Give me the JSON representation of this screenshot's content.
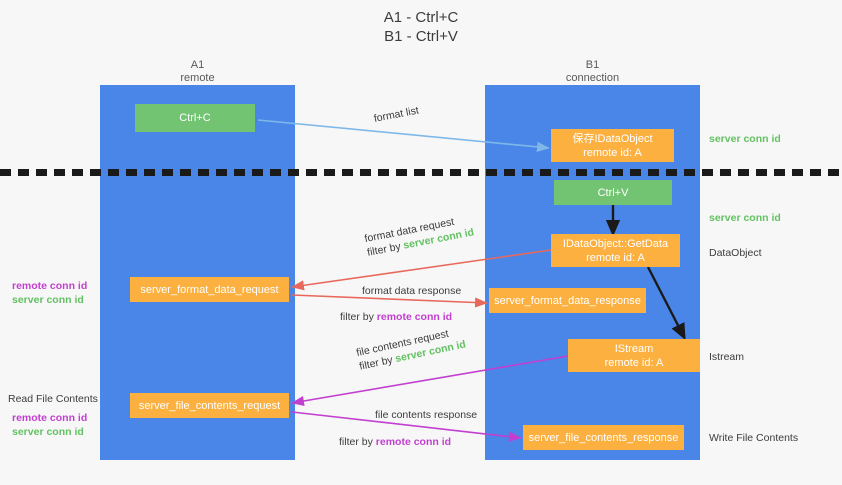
{
  "title": {
    "line1": "A1 - Ctrl+C",
    "line2": "B1 - Ctrl+V"
  },
  "columns": [
    {
      "name": "A1",
      "sub": "remote"
    },
    {
      "name": "B1",
      "sub": "connection"
    }
  ],
  "colors": {
    "lane": "#4a86e8",
    "node_orange": "#fbb040",
    "node_green": "#72c472",
    "server_conn_id": "#63c163",
    "remote_conn_id": "#c23fd0",
    "arrow_blue": "#7fb8e8",
    "arrow_red": "#e8695c",
    "arrow_magenta": "#c23fd0",
    "arrow_black": "#1a1a1a",
    "text": "#3c3c3c"
  },
  "nodes": {
    "ctrl_c": {
      "label": "Ctrl+C"
    },
    "save_idataobject": {
      "line1": "保存IDataObject",
      "line2": "remote id: A"
    },
    "ctrl_v": {
      "label": "Ctrl+V"
    },
    "getdata": {
      "line1": "IDataObject::GetData",
      "line2": "remote id: A"
    },
    "istream": {
      "line1": "IStream",
      "line2": "remote id: A"
    },
    "server_format_data_request": {
      "label": "server_format_data_request"
    },
    "server_format_data_response": {
      "label": "server_format_data_response"
    },
    "server_file_contents_request": {
      "label": "server_file_contents_request"
    },
    "server_file_contents_response": {
      "label": "server_file_contents_response"
    }
  },
  "edges": {
    "format_list": "format list",
    "format_data_request": "format data request",
    "format_data_response": "format data response",
    "file_contents_request": "file contents request",
    "file_contents_response": "file contents response",
    "filter_by": "filter by ",
    "server_conn_id": "server conn id",
    "remote_conn_id": "remote conn id"
  },
  "side_labels": {
    "right_server_conn_id_top": "server conn id",
    "right_server_conn_id_mid": "server conn id",
    "right_dataobject": "DataObject",
    "right_istream": "Istream",
    "right_write_file_contents": "Write File Contents",
    "left_remote_conn_id_1": "remote conn id",
    "left_server_conn_id_1": "server conn id",
    "left_read_file_contents": "Read File Contents",
    "left_remote_conn_id_2": "remote conn id",
    "left_server_conn_id_2": "server conn id"
  }
}
